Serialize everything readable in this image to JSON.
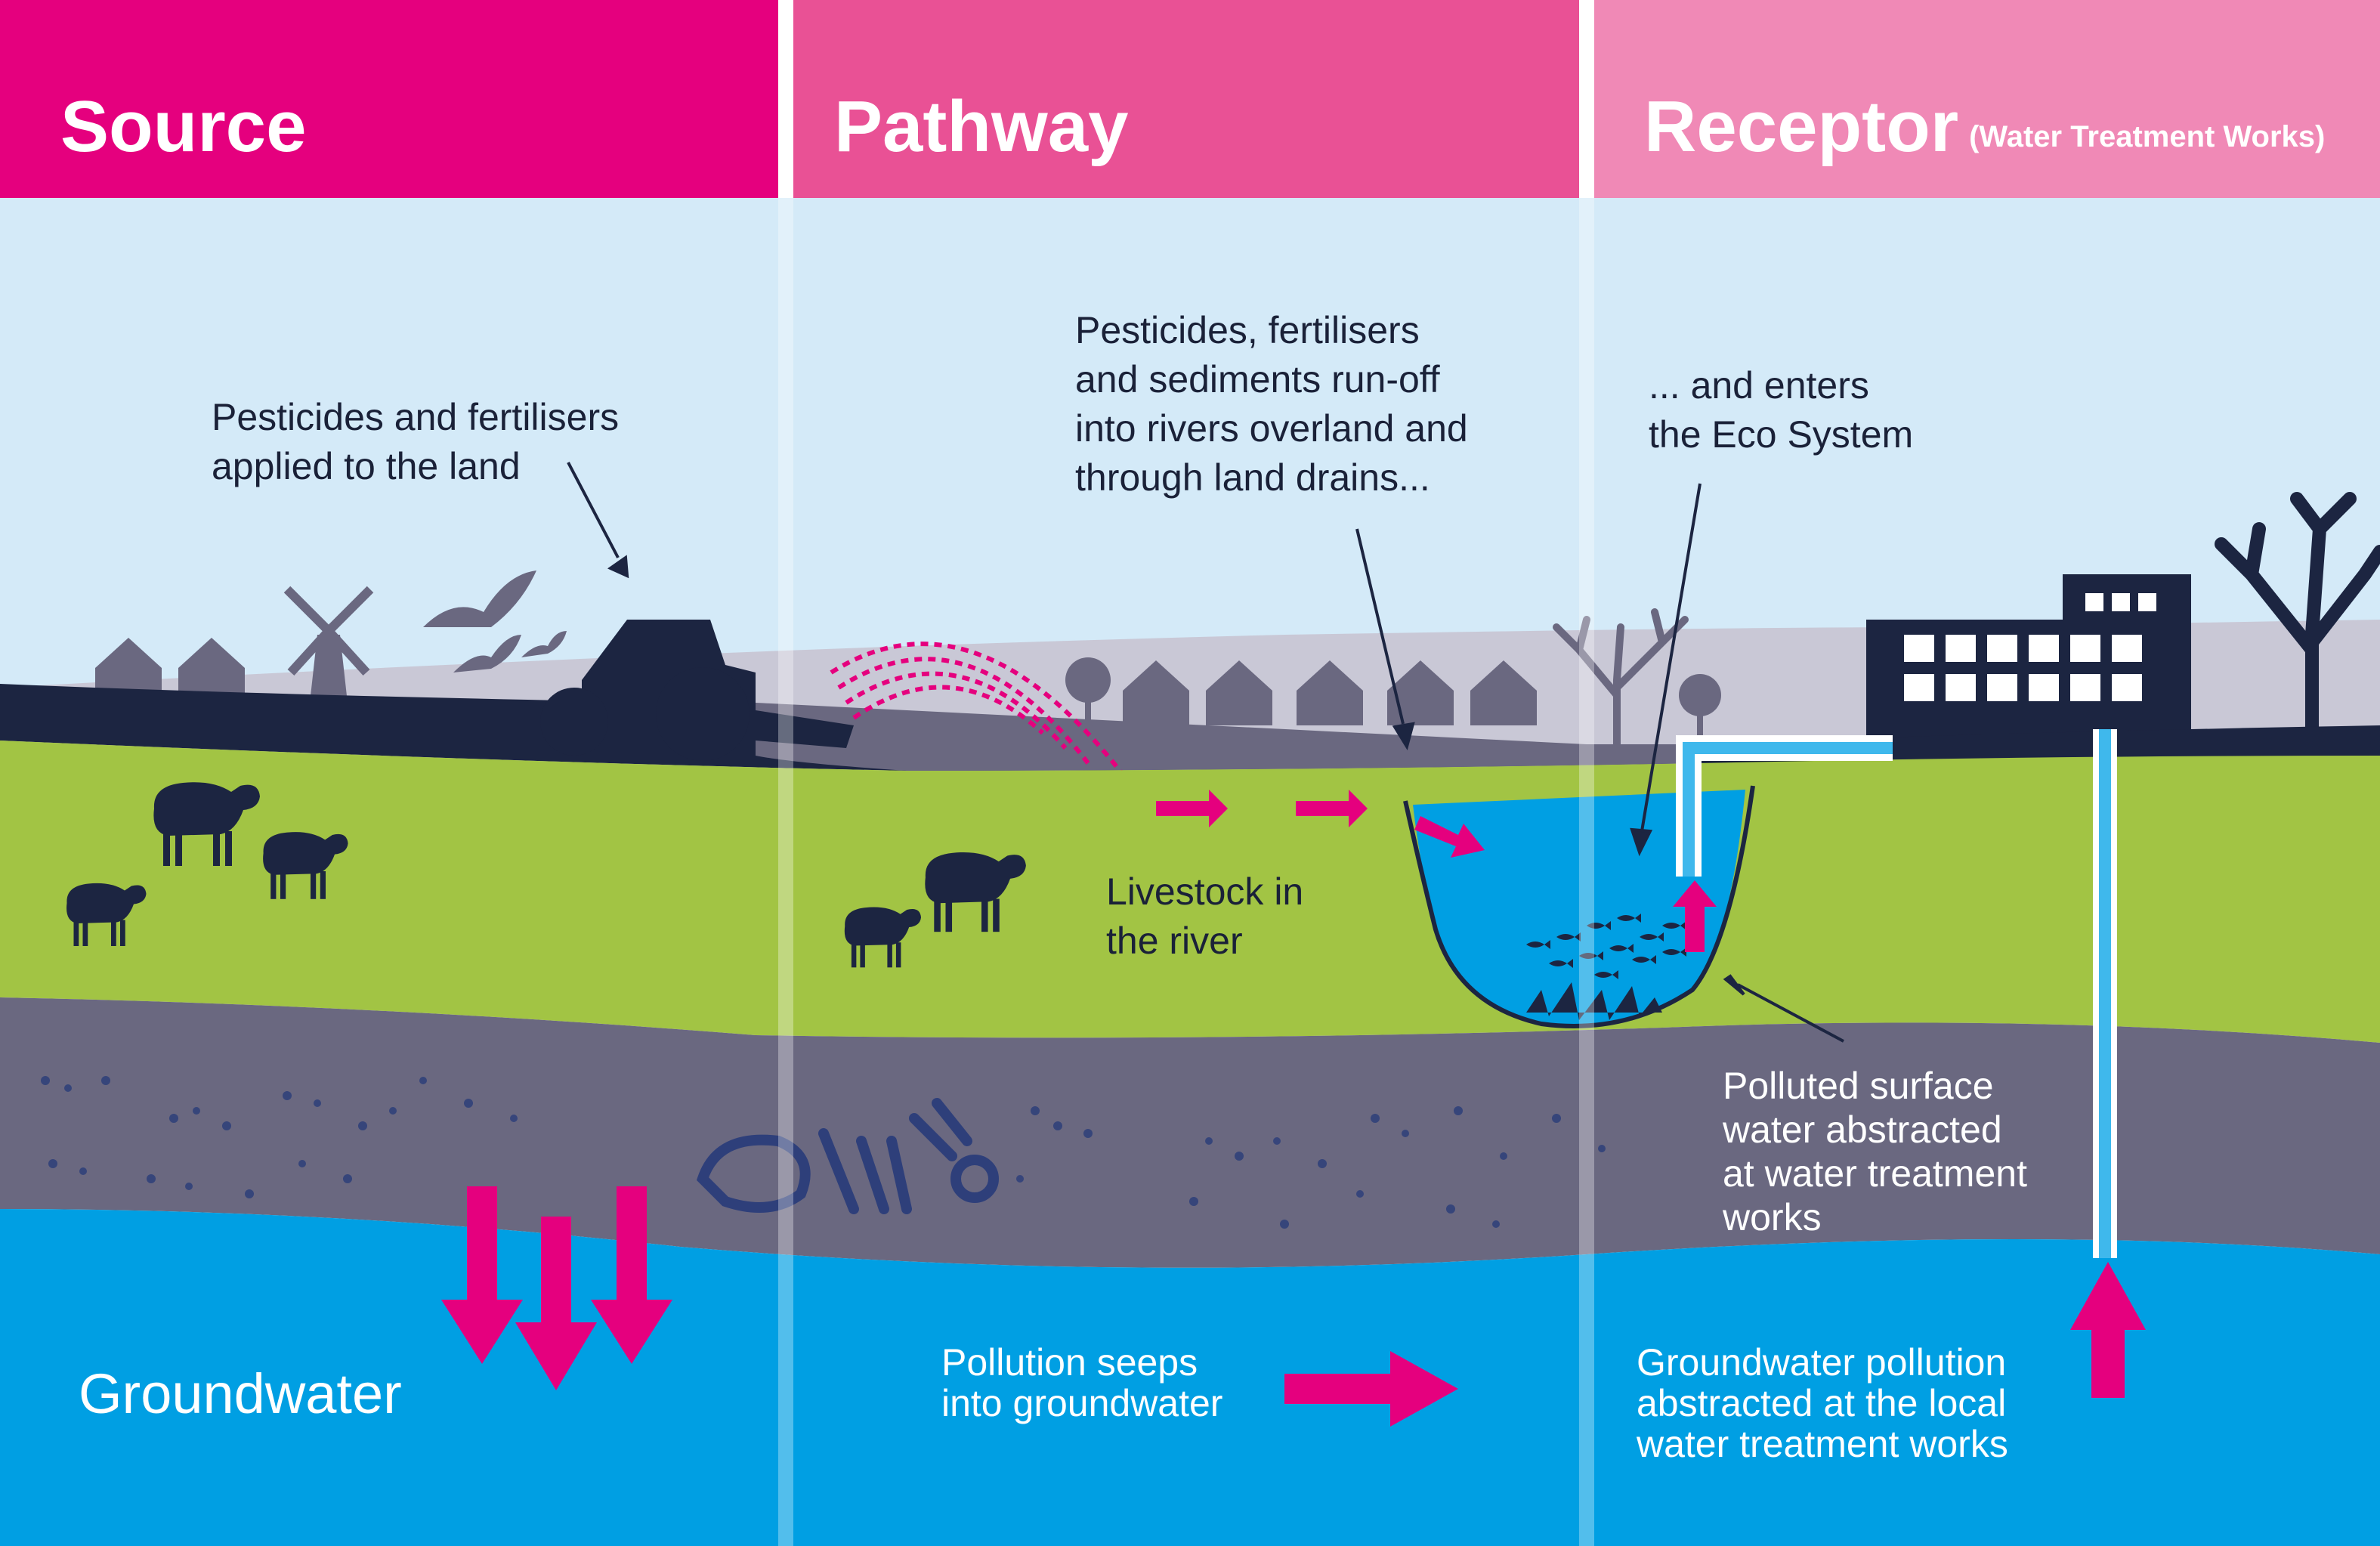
{
  "headers": {
    "source": "Source",
    "pathway": "Pathway",
    "receptor": "Receptor",
    "receptor_sub": "(Water Treatment Works)"
  },
  "labels": {
    "pesticides_applied": [
      "Pesticides and fertilisers",
      "applied to the land"
    ],
    "runoff": [
      "Pesticides, fertilisers",
      "and sediments run-off",
      "into rivers overland and",
      "through land drains..."
    ],
    "eco_system": [
      "... and enters",
      "the Eco System"
    ],
    "livestock": [
      "Livestock in",
      "the river"
    ],
    "surface_water": [
      "Polluted surface",
      "water abstracted",
      "at water treatment",
      "works"
    ],
    "seeps": [
      "Pollution seeps",
      "into groundwater"
    ],
    "groundwater_pollution": [
      "Groundwater pollution",
      "abstracted at the local",
      "water treatment works"
    ],
    "groundwater": "Groundwater"
  },
  "colors": {
    "source_header": "#e5007e",
    "pathway_header": "#e95195",
    "receptor_header": "#f089b6",
    "sky": "#d4eaf8",
    "field": "#a2c444",
    "rock": "#6a6880",
    "groundwater": "#009fe3",
    "arrow": "#e5007e",
    "silhouette": "#1c2541"
  }
}
